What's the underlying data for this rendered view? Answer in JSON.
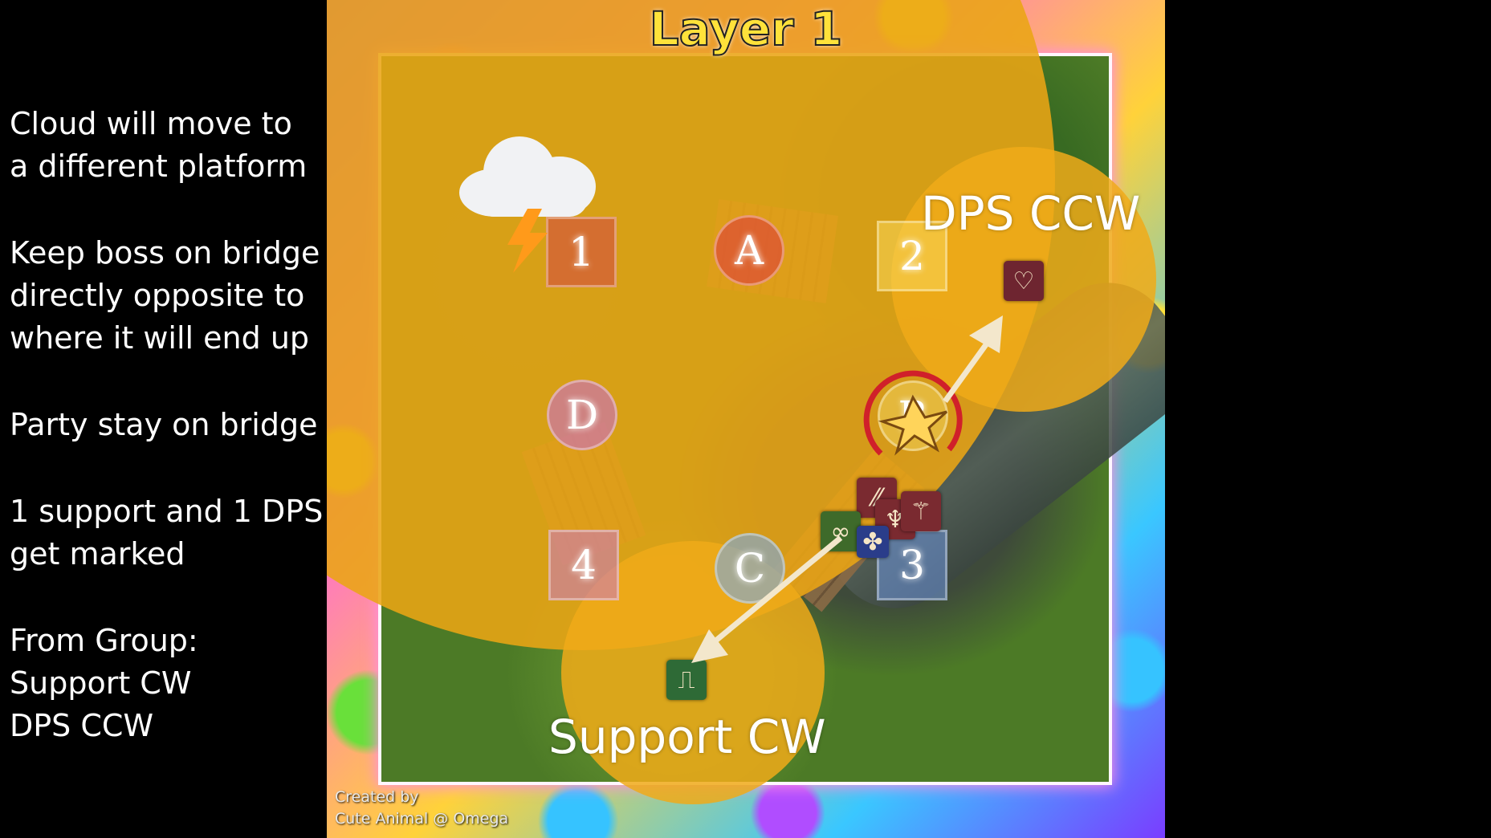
{
  "title": "Layer 1",
  "notes": [
    [
      "Cloud will move to",
      "a different platform"
    ],
    [
      "Keep boss on bridge",
      "directly opposite to",
      "where it will end up"
    ],
    [
      "Party stay on bridge"
    ],
    [
      "1 support and 1 DPS",
      "get marked"
    ],
    [
      "From Group:",
      "Support CW",
      "DPS CCW"
    ]
  ],
  "labels": {
    "dps": "DPS CCW",
    "support": "Support CW"
  },
  "waymarks": {
    "one": "1",
    "two": "2",
    "three": "3",
    "four": "4",
    "a": "A",
    "b": "B",
    "c": "C",
    "d": "D"
  },
  "credit": [
    "Created by",
    "Cute Animal @ Omega"
  ],
  "icons": {
    "cloud": "storm-cloud-icon",
    "boss": "boss-marker-icon",
    "dps_marker": "dps-role-icon",
    "support_marker": "support-role-icon"
  },
  "colors": {
    "aoe": "#ebA514",
    "title": "#ffe23a",
    "boss_ring": "#d0202a",
    "floor": "#4c7a26"
  }
}
